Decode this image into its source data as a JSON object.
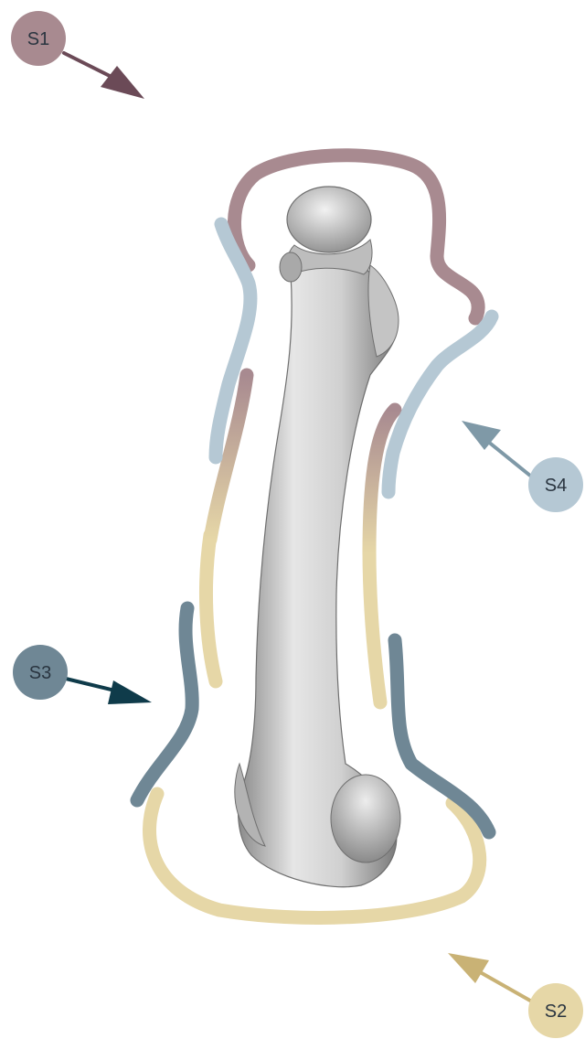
{
  "segments": [
    {
      "id": "S1",
      "label": "S1",
      "color": "#a88a90",
      "arrow_color": "#6b4a57"
    },
    {
      "id": "S2",
      "label": "S2",
      "color": "#e6d7a7",
      "arrow_color": "#c9b275"
    },
    {
      "id": "S3",
      "label": "S3",
      "color": "#6f8795",
      "arrow_color": "#0f3b4a"
    },
    {
      "id": "S4",
      "label": "S4",
      "color": "#b5c8d4",
      "arrow_color": "#7f99a7"
    }
  ],
  "bone": {
    "name": "femur"
  }
}
